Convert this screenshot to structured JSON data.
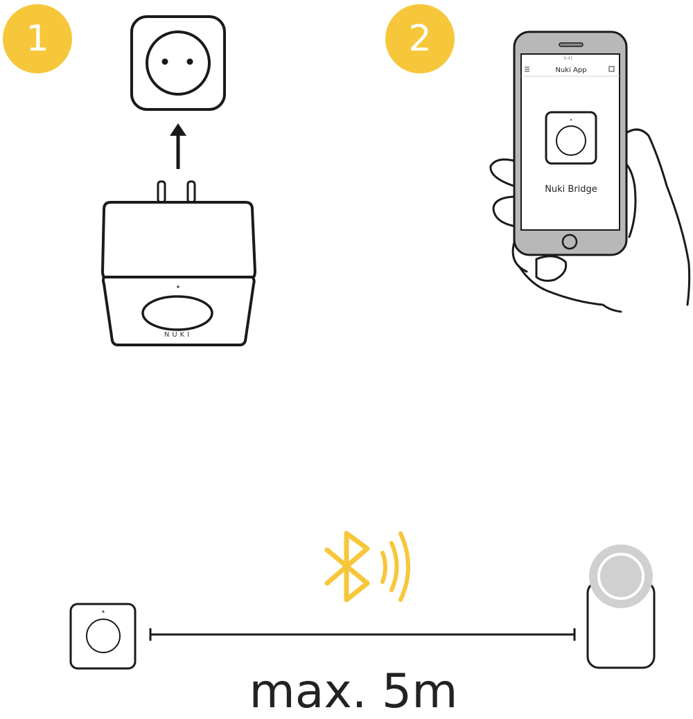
{
  "steps": [
    {
      "number": "1"
    },
    {
      "number": "2"
    }
  ],
  "phone": {
    "status_time": "9:41",
    "app_title": "Nuki App",
    "device_label": "Nuki Bridge"
  },
  "bridge": {
    "brand": "NUKI"
  },
  "range": {
    "label": "max. 5m"
  },
  "colors": {
    "accent_yellow": "#F6C73A",
    "line": "#1a1a1a",
    "phone_body": "#b8b8b8",
    "lock_ring": "#d0d0d0"
  },
  "icons": {
    "bluetooth": "bluetooth-icon",
    "signal": "signal-waves-icon"
  }
}
